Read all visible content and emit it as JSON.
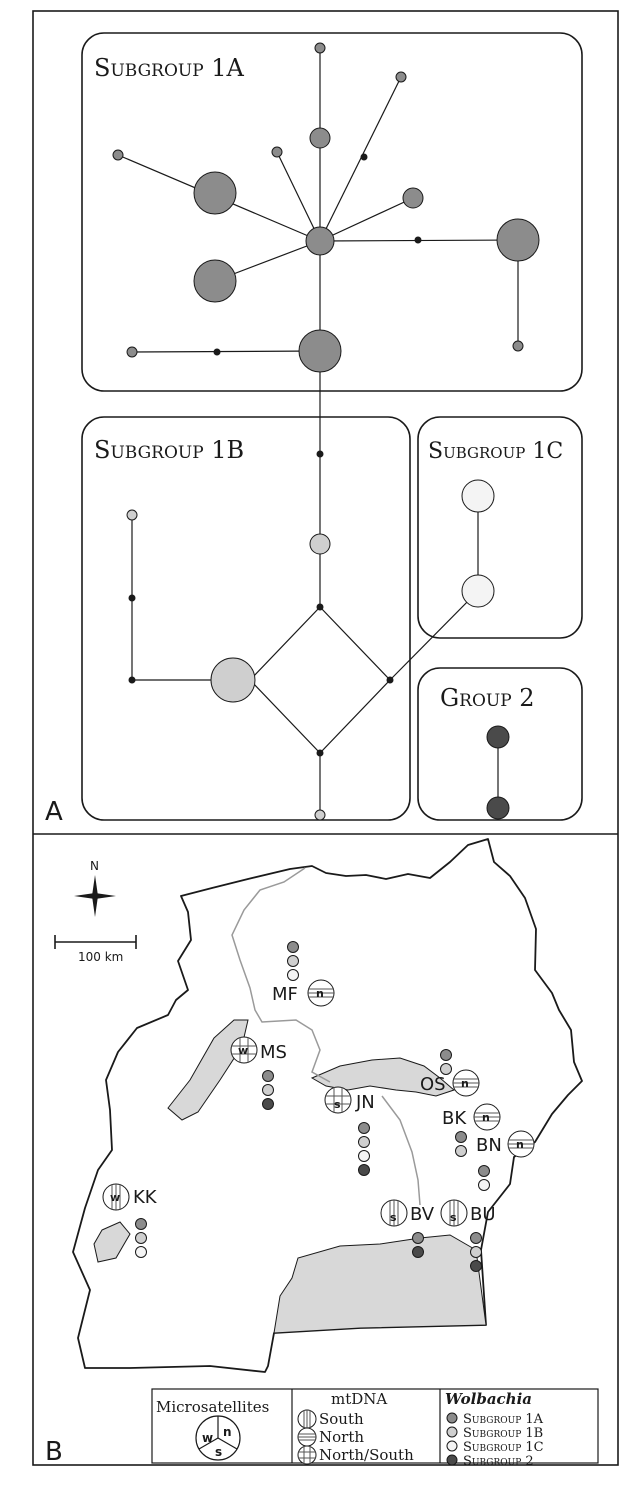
{
  "panel_a": {
    "panel_label": "A",
    "groups": [
      {
        "id": "s1a",
        "title": "Subgroup 1A"
      },
      {
        "id": "s1b",
        "title": "Subgroup 1B"
      },
      {
        "id": "s1c",
        "title": "Subgroup 1C"
      },
      {
        "id": "g2",
        "title": "Group 2"
      }
    ]
  },
  "panel_b": {
    "panel_label": "B",
    "compass_label": "N",
    "scale_label": "100 km",
    "sites": [
      "MF",
      "MS",
      "JN",
      "OS",
      "BK",
      "BN",
      "KK",
      "BV",
      "BU"
    ],
    "pie_labels": {
      "n": "n",
      "s": "s",
      "w": "w"
    }
  },
  "legend": {
    "microsatellites": {
      "title": "Microsatellites",
      "segments": [
        "n",
        "s",
        "w"
      ]
    },
    "mtdna": {
      "title": "mtDNA",
      "items": [
        "South",
        "North",
        "North/South"
      ]
    },
    "wolbachia": {
      "title": "Wolbachia",
      "items": [
        "Subgroup 1A",
        "Subgroup 1B",
        "Subgroup 1C",
        "Subgroup 2"
      ]
    }
  },
  "colors": {
    "subgroup_1a": "#8c8c8c",
    "subgroup_1b": "#cfcfcf",
    "subgroup_1c": "#f4f4f4",
    "group_2": "#4a4a4a",
    "lake": "#d8d8d8",
    "line": "#1a1a1a"
  }
}
